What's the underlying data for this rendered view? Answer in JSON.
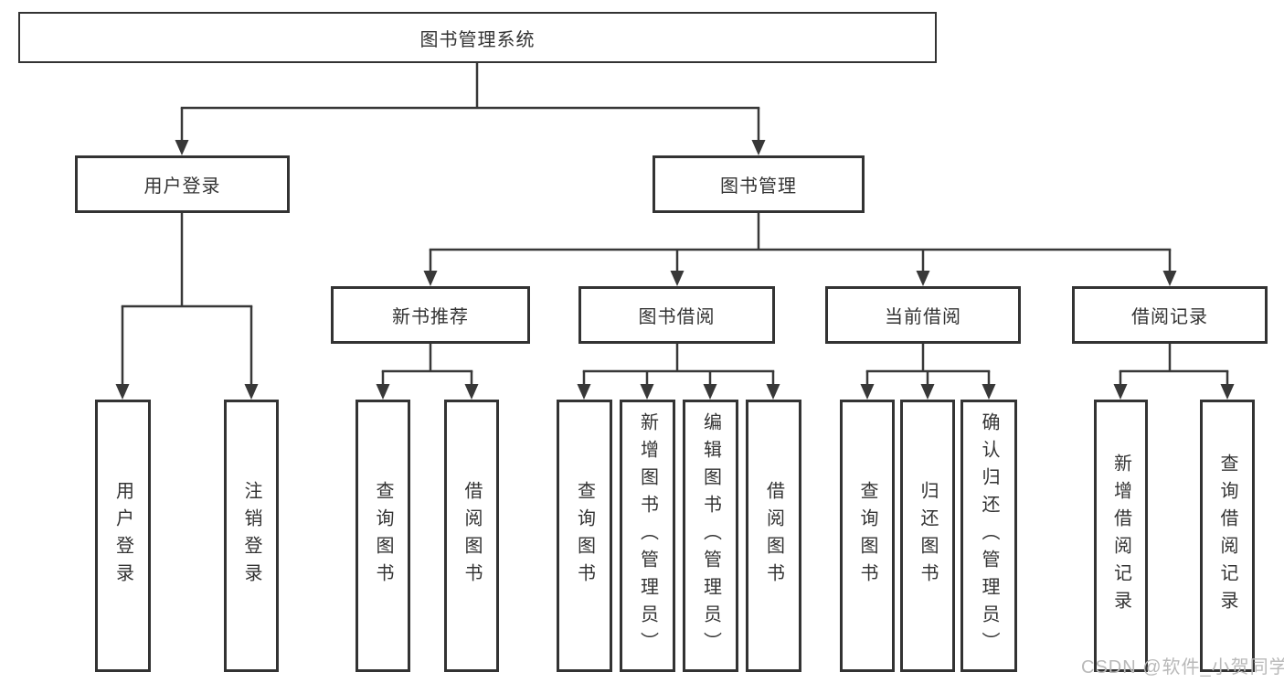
{
  "diagram": {
    "kind": "hierarchy-tree",
    "root_label": "图书管理系统"
  },
  "nodes": {
    "root": "图书管理系统",
    "user_login": "用户登录",
    "book_management": "图书管理",
    "new_book_recommend": "新书推荐",
    "book_borrow": "图书借阅",
    "current_borrow": "当前借阅",
    "borrow_record": "借阅记录",
    "leaf_user_login": "用户登录",
    "leaf_logout": "注销登录",
    "leaf_query_book_a": "查询图书",
    "leaf_borrow_book_a": "借阅图书",
    "leaf_query_book_b": "查询图书",
    "leaf_add_book": "新增图书（管理员）",
    "leaf_edit_book": "编辑图书（管理员）",
    "leaf_borrow_book_b": "借阅图书",
    "leaf_query_book_c": "查询图书",
    "leaf_return_book": "归还图书",
    "leaf_confirm_return": "确认归还（管理员）",
    "leaf_add_borrow_record": "新增借阅记录",
    "leaf_query_borrow_record": "查询借阅记录"
  },
  "hierarchy": {
    "图书管理系统": [
      "用户登录",
      "图书管理"
    ],
    "用户登录": [
      "用户登录",
      "注销登录"
    ],
    "图书管理": [
      "新书推荐",
      "图书借阅",
      "当前借阅",
      "借阅记录"
    ],
    "新书推荐": [
      "查询图书",
      "借阅图书"
    ],
    "图书借阅": [
      "查询图书",
      "新增图书（管理员）",
      "编辑图书（管理员）",
      "借阅图书"
    ],
    "当前借阅": [
      "查询图书",
      "归还图书",
      "确认归还（管理员）"
    ],
    "借阅记录": [
      "新增借阅记录",
      "查询借阅记录"
    ]
  },
  "watermark": "CSDN @软件_小贺同学",
  "colors": {
    "line": "#383838",
    "box_border": "#333333",
    "text": "#333333",
    "background": "#ffffff",
    "watermark": "#b9b9b9"
  }
}
